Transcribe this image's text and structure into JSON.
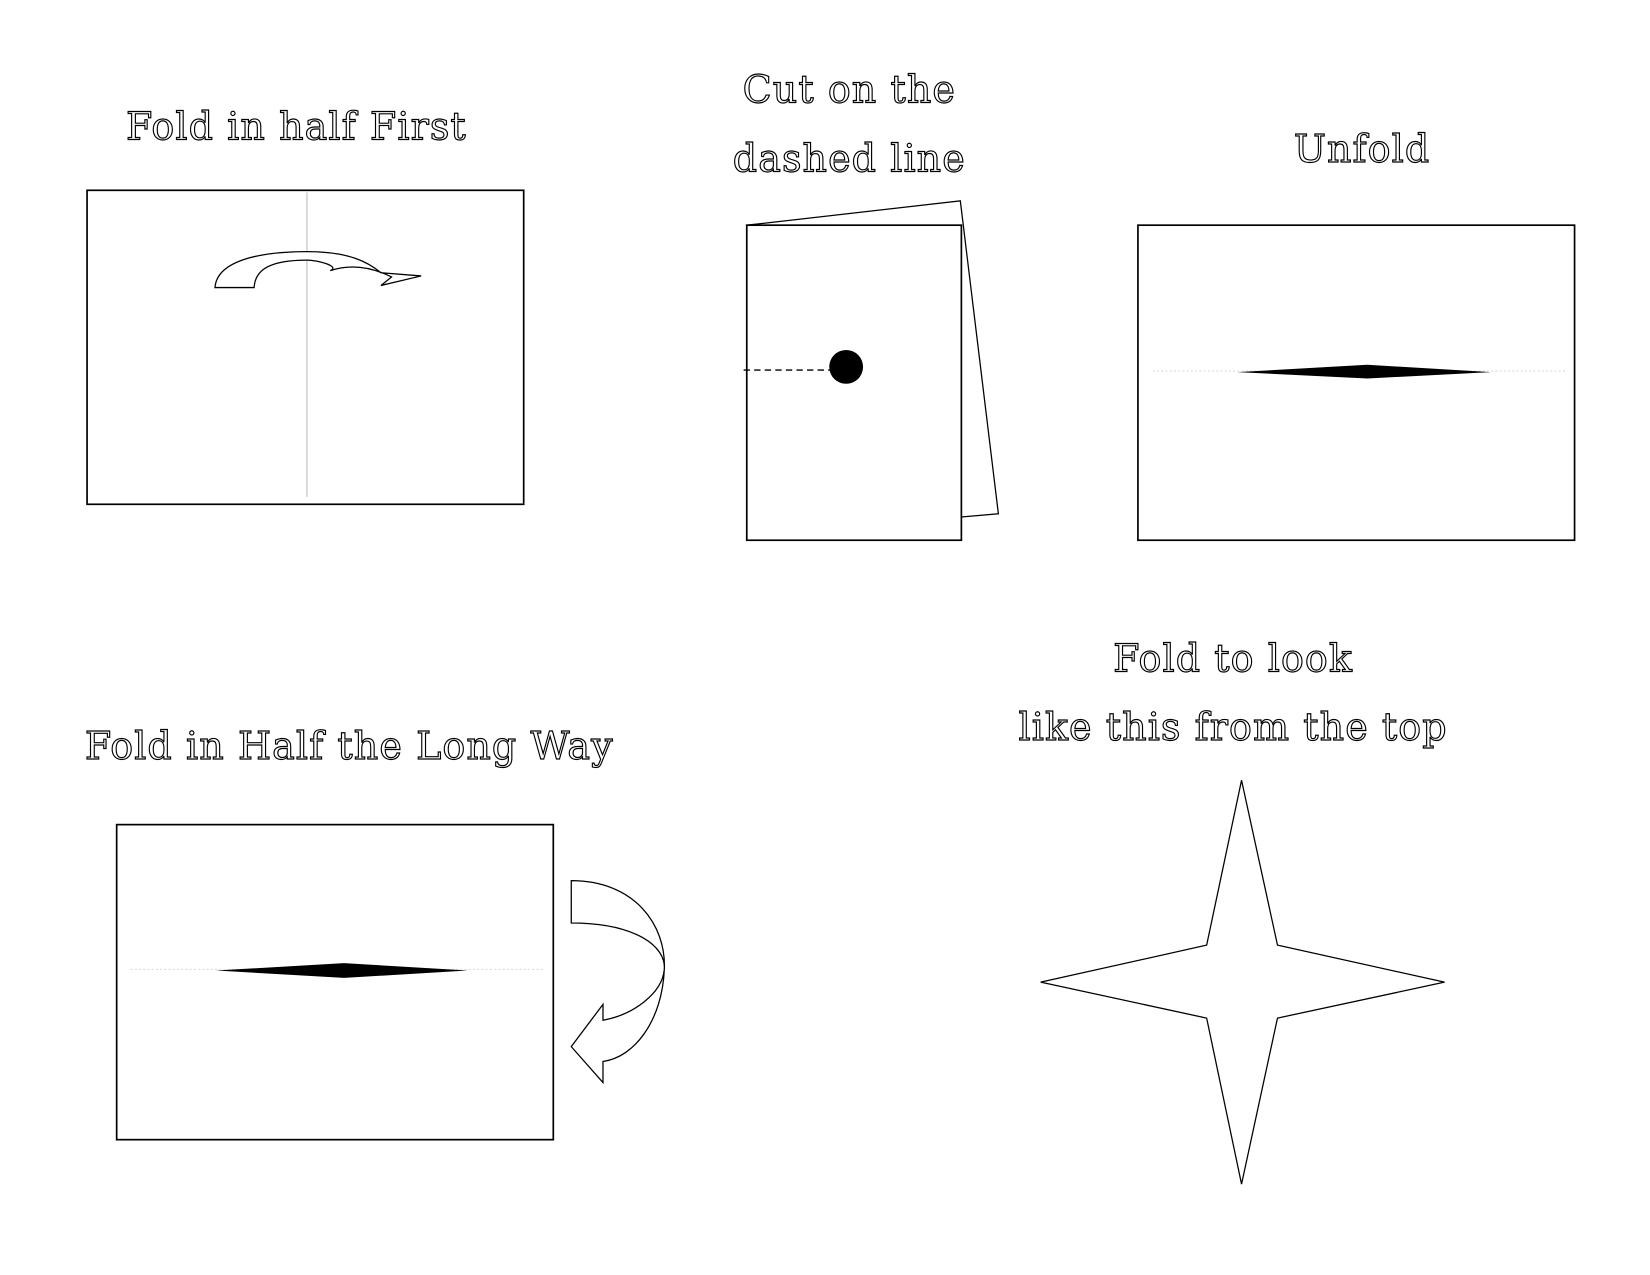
{
  "steps": [
    {
      "title_lines": [
        "Fold in half First"
      ]
    },
    {
      "title_lines": [
        "Cut on the",
        "dashed line"
      ]
    },
    {
      "title_lines": [
        "Unfold"
      ]
    },
    {
      "title_lines": [
        "Fold in Half the Long Way"
      ]
    },
    {
      "title_lines": [
        "Fold to look",
        "like this from the top"
      ]
    }
  ]
}
